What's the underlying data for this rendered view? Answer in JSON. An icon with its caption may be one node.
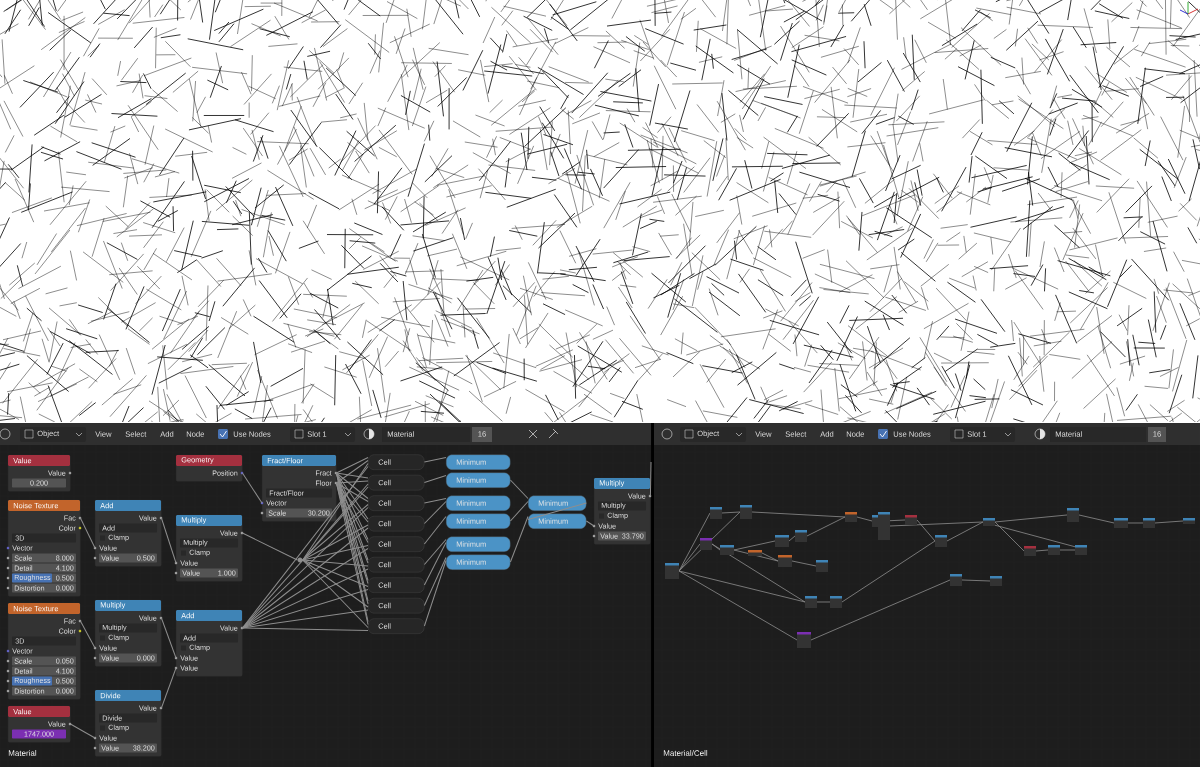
{
  "diagram": {
    "nodes": [
      {
        "text": [
          "Geometry",
          "Position"
        ]
      },
      {
        "text": [
          "Fract/Floor",
          "Fract",
          "Floor",
          "Fract/Floor",
          "Vector",
          "Scale",
          "30.200"
        ]
      },
      {
        "text": [
          "Value",
          "Value",
          "0.200"
        ]
      },
      {
        "text": [
          "Noise Texture",
          "Fac",
          "Color",
          "3D",
          "Vector",
          "Scale",
          "8.000",
          "Detail",
          "4.100",
          "Roughness",
          "0.500",
          "Distortion",
          "0.000"
        ]
      },
      {
        "text": [
          "Add",
          "Value",
          "Add",
          "Clamp",
          "Value",
          "Value",
          "0.500"
        ]
      },
      {
        "text": [
          "Multiply",
          "Value",
          "Multiply",
          "Clamp",
          "Value",
          "Value",
          "1.000"
        ]
      },
      {
        "text": [
          "Noise Texture",
          "Fac",
          "Color",
          "3D",
          "Vector",
          "Scale",
          "0.050",
          "Detail",
          "4.100",
          "Roughness",
          "0.500",
          "Distortion",
          "0.000"
        ]
      },
      {
        "text": [
          "Multiply",
          "Value",
          "Multiply",
          "Clamp",
          "Value",
          "Value",
          "0.000"
        ]
      },
      {
        "text": [
          "Add",
          "Value",
          "Add",
          "Clamp",
          "Value",
          "Value"
        ]
      },
      {
        "text": [
          "Value",
          "Value",
          "1747.000"
        ]
      },
      {
        "text": [
          "Divide",
          "Value",
          "Divide",
          "Clamp",
          "Value",
          "Value",
          "38.200"
        ]
      },
      {
        "text": [
          "Cell"
        ]
      },
      {
        "text": [
          "Cell"
        ]
      },
      {
        "text": [
          "Cell"
        ]
      },
      {
        "text": [
          "Cell"
        ]
      },
      {
        "text": [
          "Cell"
        ]
      },
      {
        "text": [
          "Cell"
        ]
      },
      {
        "text": [
          "Cell"
        ]
      },
      {
        "text": [
          "Cell"
        ]
      },
      {
        "text": [
          "Cell"
        ]
      },
      {
        "text": [
          "Minimum"
        ]
      },
      {
        "text": [
          "Minimum"
        ]
      },
      {
        "text": [
          "Minimum"
        ]
      },
      {
        "text": [
          "Minimum"
        ]
      },
      {
        "text": [
          "Minimum"
        ]
      },
      {
        "text": [
          "Minimum"
        ]
      },
      {
        "text": [
          "Minimum"
        ]
      },
      {
        "text": [
          "Minimum"
        ]
      },
      {
        "text": [
          "Multiply",
          "Value",
          "Multiply",
          "Clamp",
          "Value",
          "Value",
          "33.790"
        ]
      },
      {
        "text": [],
        "shape": "circle"
      }
    ],
    "edges": [
      {
        "from": 0,
        "to": 1,
        "arrow": "none"
      },
      {
        "from": 3,
        "to": 4,
        "arrow": "none"
      },
      {
        "from": 4,
        "to": 5,
        "arrow": "none"
      },
      {
        "from": 6,
        "to": 7,
        "arrow": "none"
      },
      {
        "from": 7,
        "to": 8,
        "arrow": "none"
      },
      {
        "from": 9,
        "to": 10,
        "arrow": "none"
      },
      {
        "from": 10,
        "to": 8,
        "arrow": "none"
      },
      {
        "from": 5,
        "to": 29,
        "arrow": "none"
      },
      {
        "from": 1,
        "to": 11,
        "arrow": "none"
      },
      {
        "from": 1,
        "to": 11,
        "arrow": "none"
      },
      {
        "from": 29,
        "to": 11,
        "arrow": "none"
      },
      {
        "from": 8,
        "to": 11,
        "arrow": "none"
      },
      {
        "from": 1,
        "to": 12,
        "arrow": "none"
      },
      {
        "from": 1,
        "to": 12,
        "arrow": "none"
      },
      {
        "from": 29,
        "to": 12,
        "arrow": "none"
      },
      {
        "from": 8,
        "to": 12,
        "arrow": "none"
      },
      {
        "from": 1,
        "to": 13,
        "arrow": "none"
      },
      {
        "from": 1,
        "to": 13,
        "arrow": "none"
      },
      {
        "from": 29,
        "to": 13,
        "arrow": "none"
      },
      {
        "from": 8,
        "to": 13,
        "arrow": "none"
      },
      {
        "from": 1,
        "to": 14,
        "arrow": "none"
      },
      {
        "from": 1,
        "to": 14,
        "arrow": "none"
      },
      {
        "from": 29,
        "to": 14,
        "arrow": "none"
      },
      {
        "from": 8,
        "to": 14,
        "arrow": "none"
      },
      {
        "from": 1,
        "to": 15,
        "arrow": "none"
      },
      {
        "from": 1,
        "to": 15,
        "arrow": "none"
      },
      {
        "from": 29,
        "to": 15,
        "arrow": "none"
      },
      {
        "from": 8,
        "to": 15,
        "arrow": "none"
      },
      {
        "from": 1,
        "to": 16,
        "arrow": "none"
      },
      {
        "from": 1,
        "to": 16,
        "arrow": "none"
      },
      {
        "from": 29,
        "to": 16,
        "arrow": "none"
      },
      {
        "from": 8,
        "to": 16,
        "arrow": "none"
      },
      {
        "from": 1,
        "to": 17,
        "arrow": "none"
      },
      {
        "from": 1,
        "to": 17,
        "arrow": "none"
      },
      {
        "from": 29,
        "to": 17,
        "arrow": "none"
      },
      {
        "from": 8,
        "to": 17,
        "arrow": "none"
      },
      {
        "from": 1,
        "to": 18,
        "arrow": "none"
      },
      {
        "from": 1,
        "to": 18,
        "arrow": "none"
      },
      {
        "from": 29,
        "to": 18,
        "arrow": "none"
      },
      {
        "from": 8,
        "to": 18,
        "arrow": "none"
      },
      {
        "from": 1,
        "to": 19,
        "arrow": "none"
      },
      {
        "from": 1,
        "to": 19,
        "arrow": "none"
      },
      {
        "from": 29,
        "to": 19,
        "arrow": "none"
      },
      {
        "from": 8,
        "to": 19,
        "arrow": "none"
      },
      {
        "from": 11,
        "to": 20,
        "arrow": "none"
      },
      {
        "from": 12,
        "to": 21,
        "arrow": "none"
      },
      {
        "from": 13,
        "to": 22,
        "arrow": "none"
      },
      {
        "from": 14,
        "to": 22,
        "arrow": "none"
      },
      {
        "from": 15,
        "to": 23,
        "arrow": "none"
      },
      {
        "from": 16,
        "to": 24,
        "arrow": "none"
      },
      {
        "from": 17,
        "to": 24,
        "arrow": "none"
      },
      {
        "from": 18,
        "to": 25,
        "arrow": "none"
      },
      {
        "from": 19,
        "to": 25,
        "arrow": "none"
      },
      {
        "from": 21,
        "to": 26,
        "arrow": "none"
      },
      {
        "from": 23,
        "to": 26,
        "arrow": "none"
      },
      {
        "from": 25,
        "to": 27,
        "arrow": "none"
      },
      {
        "from": 26,
        "to": 27,
        "arrow": "none"
      },
      {
        "from": 27,
        "to": 28,
        "arrow": "none"
      },
      {
        "from": 28,
        "to": null,
        "arrow": "none"
      }
    ],
    "labels": [
      "Object",
      "View",
      "Select",
      "Add",
      "Node",
      "Use Nodes",
      "Slot 1",
      "Material",
      "16",
      "Object",
      "View",
      "Select",
      "Add",
      "Node",
      "Use Nodes",
      "Slot 1",
      "Material",
      "16",
      "Material",
      "Material/Cell"
    ]
  }
}
